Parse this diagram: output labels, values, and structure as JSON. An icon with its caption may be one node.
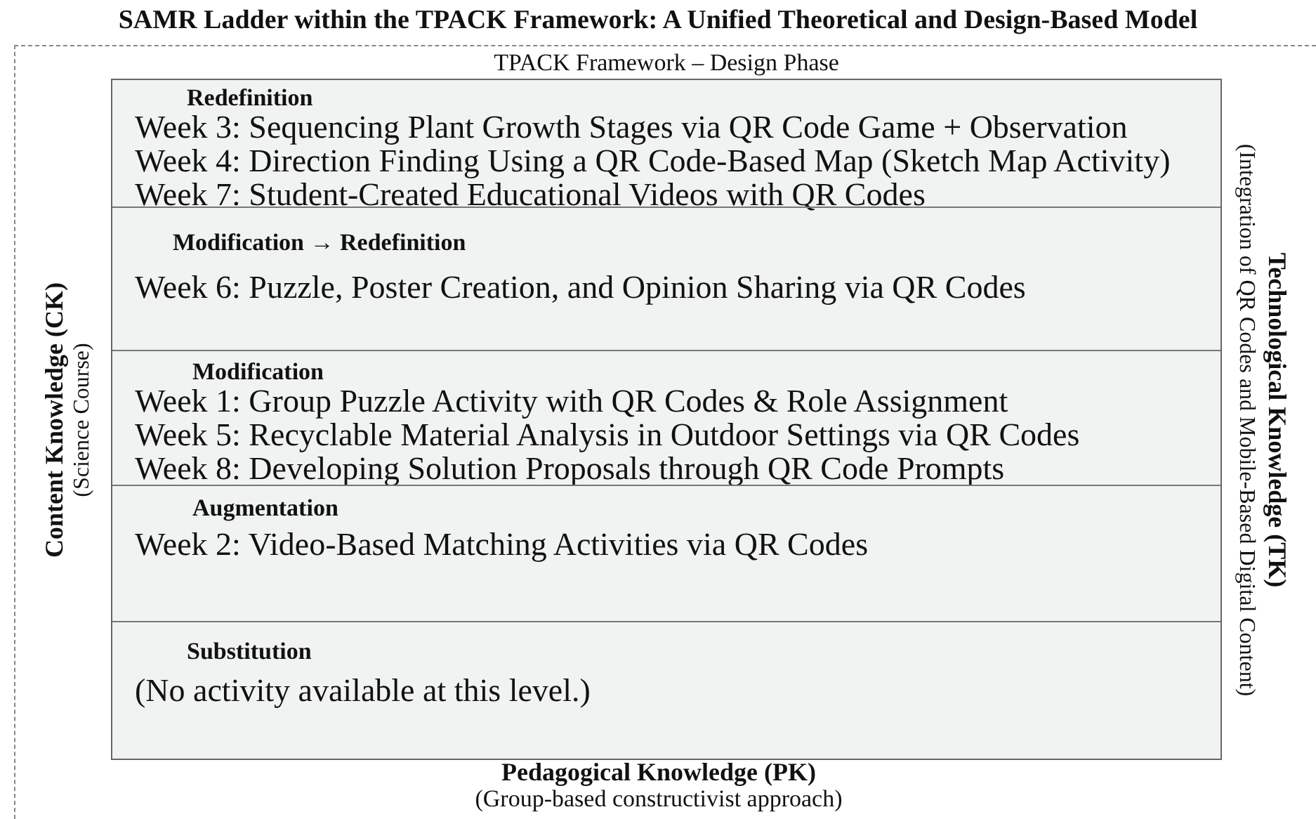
{
  "diagram": {
    "title": "SAMR Ladder within the TPACK Framework: A Unified Theoretical and Design-Based Model",
    "nodes": [
      {
        "text": [
          "Content Knowledge (CK)",
          "(Science Course)",
          "Technological Knowledge (TK)",
          "(Integration of QR Codes and Mobile-Based Digital Content)",
          "Pedagogical Knowledge (PK)",
          "(Group-based constructivist approach)"
        ]
      },
      {
        "text": [
          "TPACK Framework – Design Phase"
        ],
        "in": 0
      },
      {
        "text": [
          "Redefinition",
          "Week 3: Sequencing Plant Growth Stages via QR Code Game + Observation",
          "Week 4: Direction Finding Using a QR Code-Based Map (Sketch Map Activity)",
          "Week 7: Student-Created Educational Videos with QR Codes"
        ],
        "in": 1
      },
      {
        "text": [
          "Modification → Redefinition",
          "Week 6: Puzzle, Poster Creation, and Opinion Sharing via QR Codes"
        ],
        "in": 1
      },
      {
        "text": [
          "Modification",
          "Week 1: Group Puzzle Activity with QR Codes & Role Assignment",
          "Week 5: Recyclable Material Analysis in Outdoor Settings via QR Codes",
          "Week 8: Developing Solution Proposals through QR Code Prompts"
        ],
        "in": 1
      },
      {
        "text": [
          "Augmentation",
          "Week 2: Video-Based Matching Activities via QR Codes"
        ],
        "in": 1
      },
      {
        "text": [
          "Substitution",
          "(No activity available at this level.)"
        ],
        "in": 1
      }
    ],
    "edges": []
  }
}
